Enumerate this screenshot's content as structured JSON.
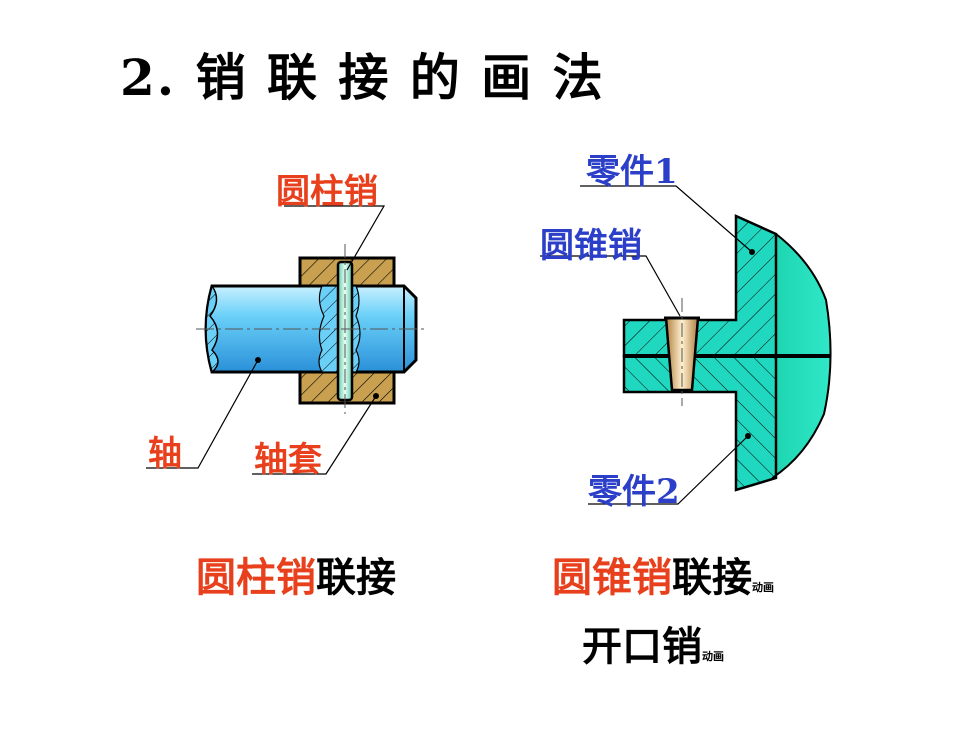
{
  "title": "2. 销 联 接 的 画 法",
  "left_diagram": {
    "label_pin": "圆柱销",
    "label_shaft": "轴",
    "label_sleeve": "轴套"
  },
  "right_diagram": {
    "label_part1": "零件1",
    "label_taper_pin": "圆锥销",
    "label_part2": "零件2"
  },
  "captions": {
    "left_red": "圆柱销",
    "left_black": "联接",
    "right_red": "圆锥销",
    "right_black": "联接",
    "right_anim": "动画",
    "cotter_label": "开口销",
    "cotter_anim": "动画"
  },
  "colors": {
    "red": "#e8401c",
    "blue": "#2b3fc8",
    "shaft_blue": "#5fc8f4",
    "bronze": "#c8a050",
    "teal": "#20d8c0",
    "pin_green": "#b8f0d8"
  }
}
